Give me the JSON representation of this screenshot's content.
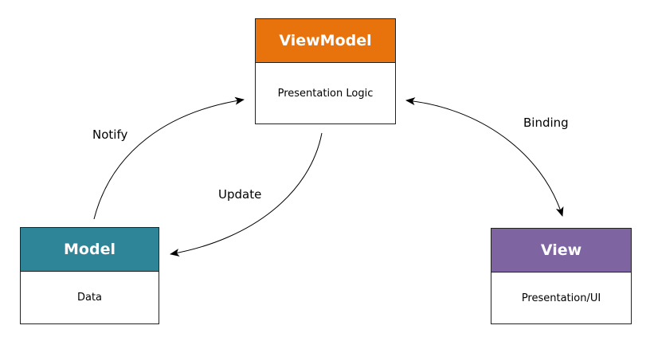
{
  "nodes": {
    "viewmodel": {
      "title": "ViewModel",
      "body": "Presentation Logic",
      "color": "#E8720C"
    },
    "model": {
      "title": "Model",
      "body": "Data",
      "color": "#2E8597"
    },
    "view": {
      "title": "View",
      "body": "Presentation/UI",
      "color": "#7F64A2"
    }
  },
  "edges": {
    "notify": {
      "label": "Notify"
    },
    "update": {
      "label": "Update"
    },
    "binding": {
      "label": "Binding"
    }
  },
  "colors": {
    "border": "#222222",
    "arrow": "#000000"
  }
}
